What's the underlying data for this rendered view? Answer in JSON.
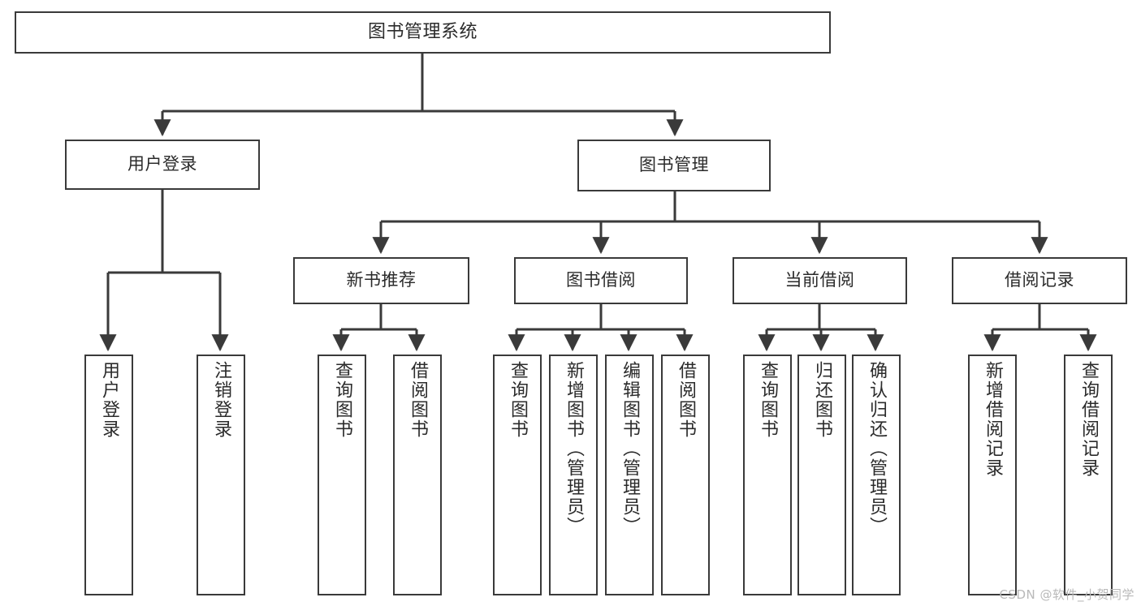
{
  "diagram": {
    "title": "图书管理系统",
    "type": "tree-hierarchy",
    "watermark": "CSDN @软件_小贺同学",
    "colors": {
      "background": "#ffffff",
      "box_border": "#3a3a3a",
      "box_fill": "#ffffff",
      "text": "#2b2b2b",
      "edge": "#3a3a3a",
      "watermark": "#b9b9b9"
    }
  },
  "nodes": {
    "root": {
      "label": "图书管理系统"
    },
    "level1": [
      {
        "label": "用户登录"
      },
      {
        "label": "图书管理"
      }
    ],
    "level2": [
      {
        "label": "新书推荐"
      },
      {
        "label": "图书借阅"
      },
      {
        "label": "当前借阅"
      },
      {
        "label": "借阅记录"
      }
    ],
    "leaves": [
      {
        "label": "用户登录",
        "parent": "用户登录"
      },
      {
        "label": "注销登录",
        "parent": "用户登录"
      },
      {
        "label": "查询图书",
        "parent": "新书推荐"
      },
      {
        "label": "借阅图书",
        "parent": "新书推荐"
      },
      {
        "label": "查询图书",
        "parent": "图书借阅"
      },
      {
        "label": "新增图书（管理员）",
        "parent": "图书借阅"
      },
      {
        "label": "编辑图书（管理员）",
        "parent": "图书借阅"
      },
      {
        "label": "借阅图书",
        "parent": "图书借阅"
      },
      {
        "label": "查询图书",
        "parent": "当前借阅"
      },
      {
        "label": "归还图书",
        "parent": "当前借阅"
      },
      {
        "label": "确认归还（管理员）",
        "parent": "当前借阅"
      },
      {
        "label": "新增借阅记录",
        "parent": "借阅记录"
      },
      {
        "label": "查询借阅记录",
        "parent": "借阅记录"
      }
    ]
  }
}
